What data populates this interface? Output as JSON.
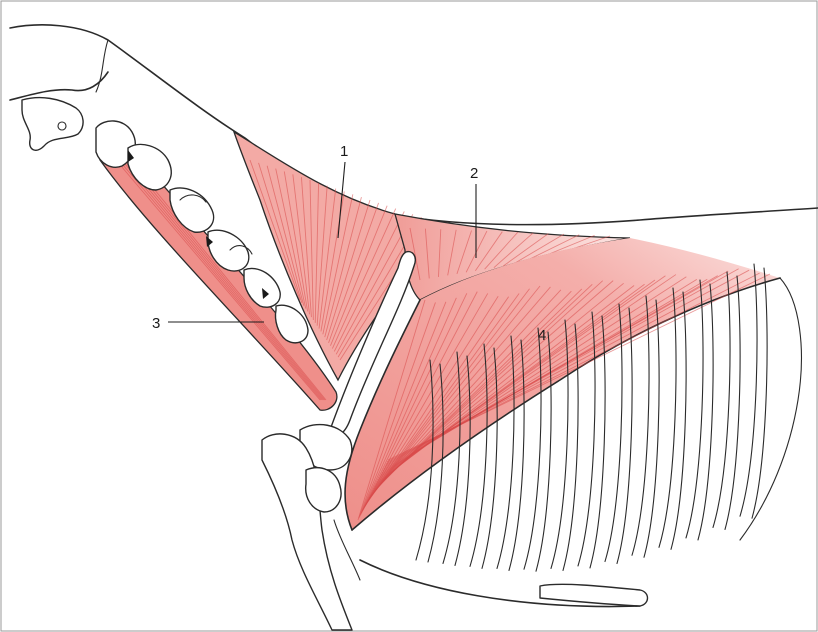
{
  "labels": [
    {
      "id": "1",
      "text": "1",
      "target": "muscle-1"
    },
    {
      "id": "2",
      "text": "2",
      "target": "muscle-2"
    },
    {
      "id": "3",
      "text": "3",
      "target": "muscle-3"
    },
    {
      "id": "4",
      "text": "4",
      "target": "muscle-4"
    }
  ],
  "colors": {
    "muscle_fill": "#f2a5a0",
    "muscle_fiber": "#d94a4a",
    "outline": "#2b2b2b",
    "background": "#ffffff"
  }
}
